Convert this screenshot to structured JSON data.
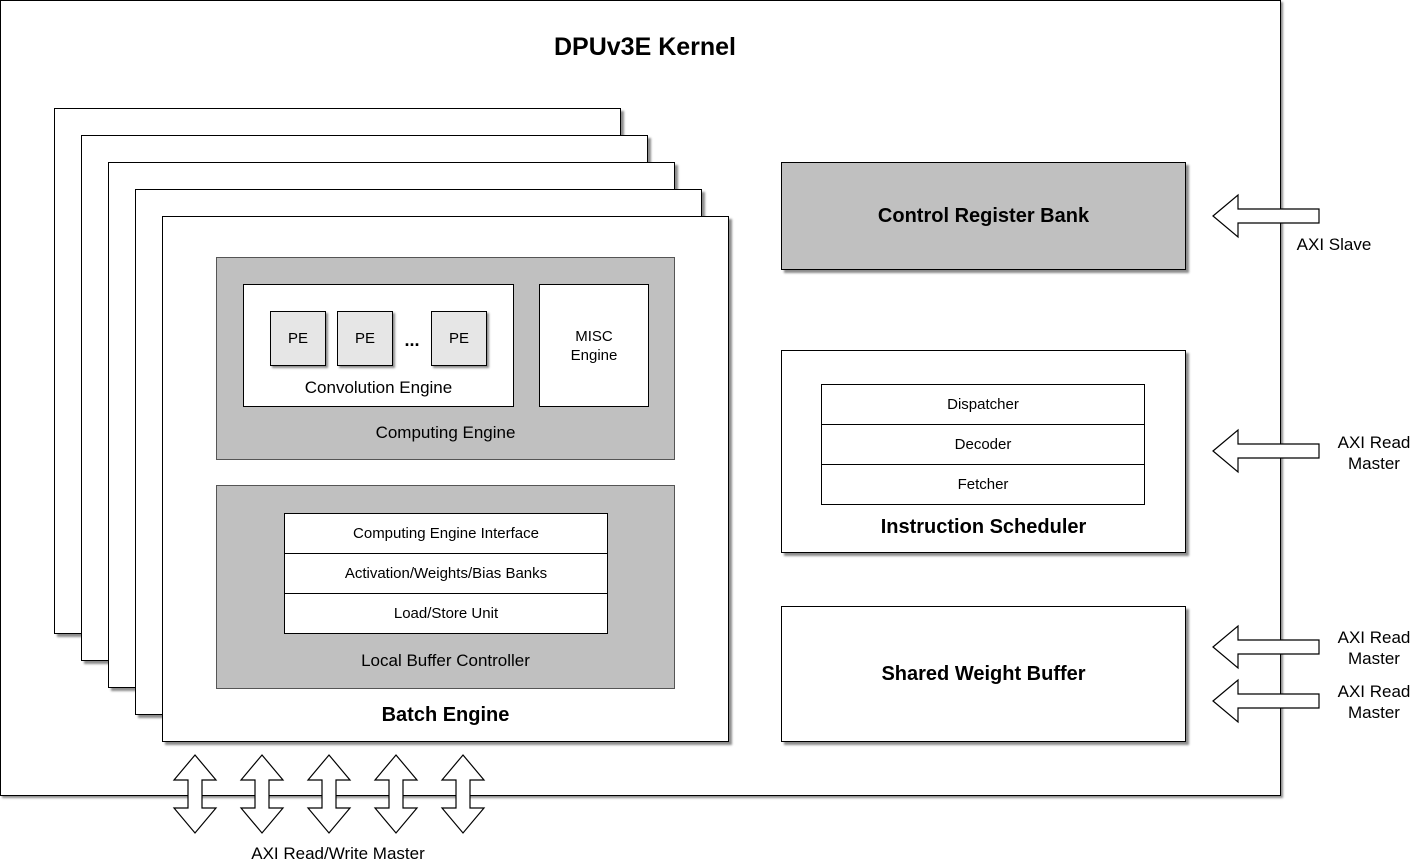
{
  "kernel": {
    "title": "DPUv3E Kernel"
  },
  "batch_engine": {
    "title": "Batch Engine",
    "computing_engine": {
      "title": "Computing Engine",
      "convolution_engine": {
        "title": "Convolution Engine",
        "pe_labels": [
          "PE",
          "PE",
          "PE"
        ],
        "ellipsis": "..."
      },
      "misc_engine": {
        "line1": "MISC",
        "line2": "Engine"
      }
    },
    "local_buffer_controller": {
      "title": "Local Buffer Controller",
      "rows": [
        "Computing Engine Interface",
        "Activation/Weights/Bias Banks",
        "Load/Store Unit"
      ]
    }
  },
  "control_register_bank": {
    "title": "Control Register Bank"
  },
  "instruction_scheduler": {
    "title": "Instruction Scheduler",
    "rows": [
      "Dispatcher",
      "Decoder",
      "Fetcher"
    ]
  },
  "shared_weight_buffer": {
    "title": "Shared Weight Buffer"
  },
  "ports": {
    "axi_slave": "AXI Slave",
    "axi_read_master_1": {
      "line1": "AXI Read",
      "line2": "Master"
    },
    "axi_read_master_2": {
      "line1": "AXI Read",
      "line2": "Master"
    },
    "axi_read_master_3": {
      "line1": "AXI Read",
      "line2": "Master"
    },
    "axi_read_write_master": "AXI Read/Write Master"
  }
}
